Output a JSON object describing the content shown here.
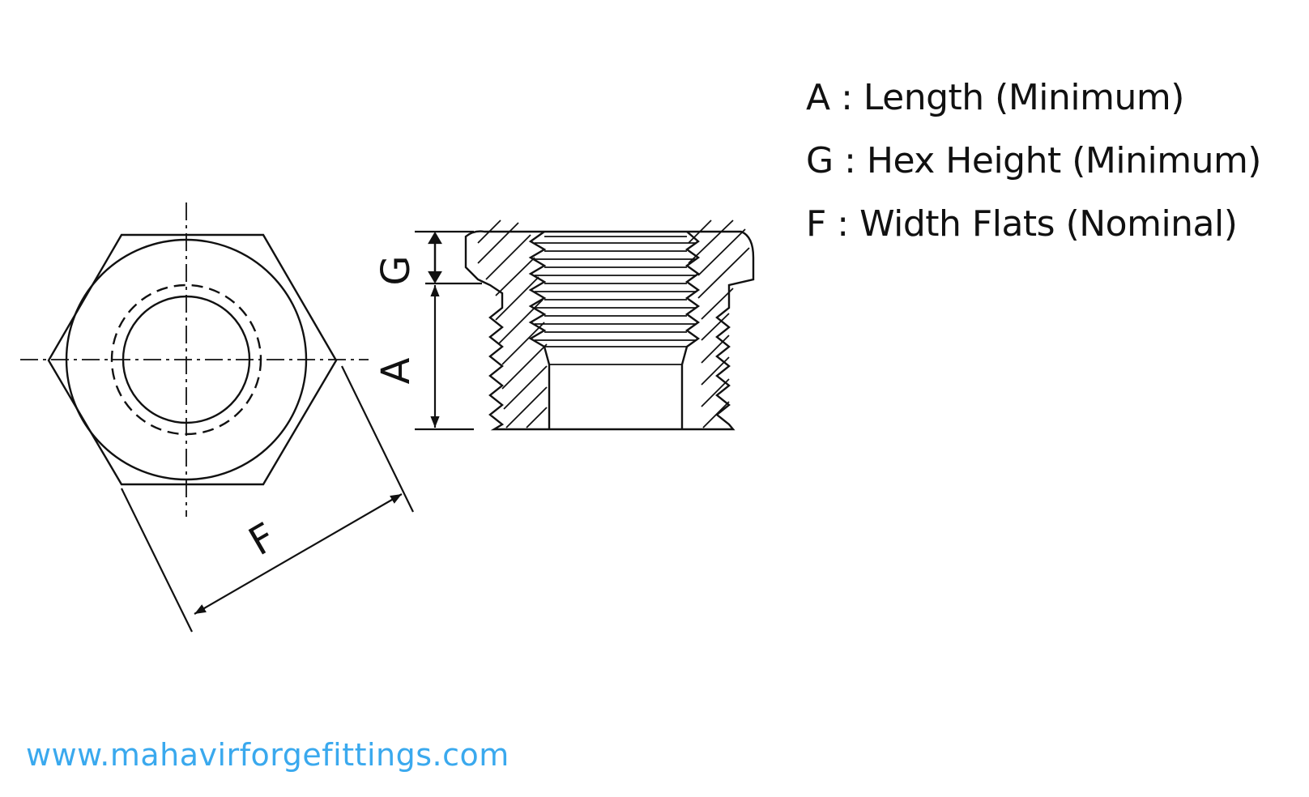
{
  "legend": [
    {
      "letter": "A",
      "text": "A : Length (Minimum)"
    },
    {
      "letter": "G",
      "text": "G : Hex Height (Minimum)"
    },
    {
      "letter": "F",
      "text": "F : Width Flats (Nominal)"
    }
  ],
  "dimension_labels": {
    "A": "A",
    "G": "G",
    "F": "F"
  },
  "website": "www.mahavirforgefittings.com",
  "colors": {
    "line": "#111111",
    "website": "#3aa9ee"
  }
}
